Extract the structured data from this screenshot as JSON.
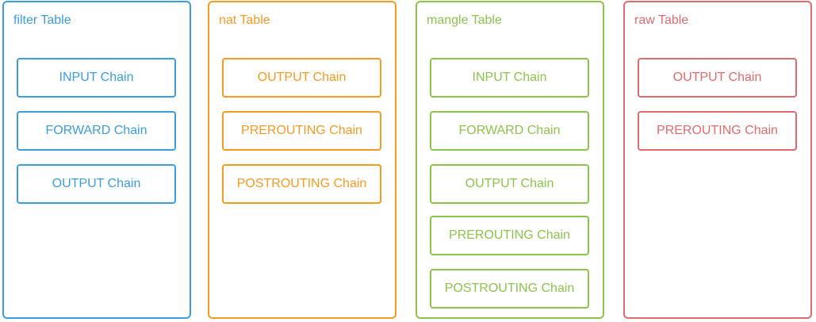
{
  "tables": [
    {
      "title": "filter Table",
      "color": "#3b9de0",
      "chains": [
        "INPUT Chain",
        "FORWARD Chain",
        "OUTPUT Chain"
      ]
    },
    {
      "title": "nat Table",
      "color": "#f59a23",
      "chains": [
        "OUTPUT Chain",
        "PREROUTING Chain",
        "POSTROUTING Chain"
      ]
    },
    {
      "title": "mangle Table",
      "color": "#8cc34b",
      "chains": [
        "INPUT Chain",
        "FORWARD Chain",
        "OUTPUT Chain",
        "PREROUTING Chain",
        "POSTROUTING Chain"
      ]
    },
    {
      "title": "raw Table",
      "color": "#e06b6e",
      "chains": [
        "OUTPUT Chain",
        "PREROUTING Chain"
      ]
    }
  ]
}
